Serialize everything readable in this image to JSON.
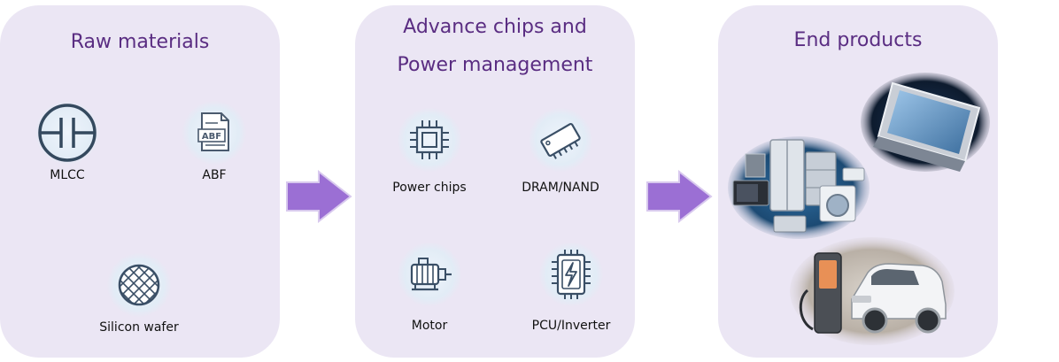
{
  "panels": [
    {
      "title_lines": [
        "Raw materials"
      ],
      "items": [
        {
          "label": "MLCC",
          "icon": "capacitor-icon"
        },
        {
          "label": "ABF",
          "icon": "abf-document-icon",
          "icon_text": "ABF"
        },
        {
          "label": "Silicon wafer",
          "icon": "silicon-wafer-icon"
        }
      ]
    },
    {
      "title_lines": [
        "Advance chips and",
        "Power management"
      ],
      "items": [
        {
          "label": "Power chips",
          "icon": "power-chip-icon"
        },
        {
          "label": "DRAM/NAND",
          "icon": "memory-chip-icon"
        },
        {
          "label": "Motor",
          "icon": "motor-icon"
        },
        {
          "label": "PCU/Inverter",
          "icon": "pcu-inverter-icon"
        }
      ]
    },
    {
      "title_lines": [
        "End products"
      ],
      "images": [
        "tablet-photo",
        "home-appliances-photo",
        "ev-charging-car-photo"
      ]
    }
  ],
  "colors": {
    "panel_bg": "#ebe6f4",
    "title": "#5a2d82",
    "arrow": "#9b6fd4",
    "icon_stroke": "#3a4f66",
    "icon_bg": "#e4edf7"
  }
}
